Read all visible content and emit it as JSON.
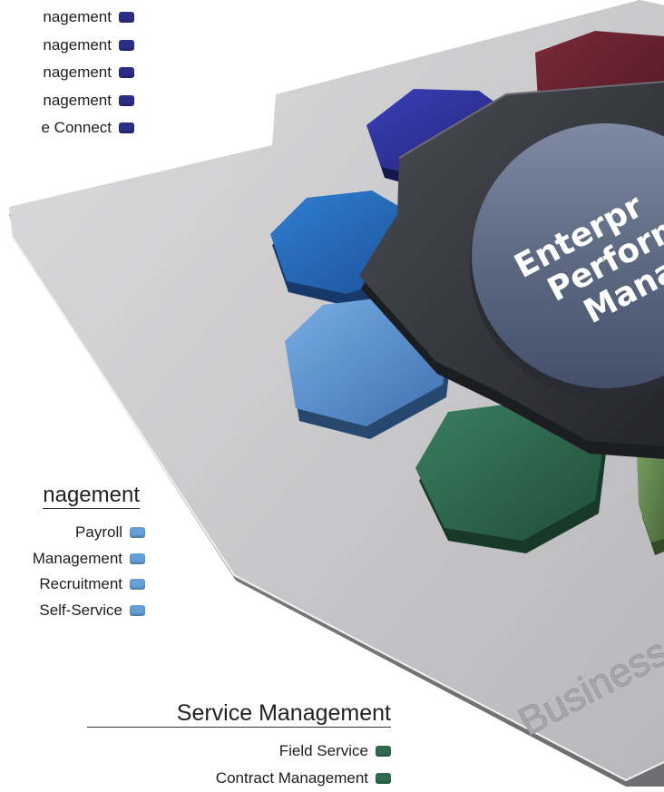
{
  "hub_label_lines": [
    "Enterpr",
    "Perform",
    "Mana"
  ],
  "platform_label": "Business",
  "top_legend": {
    "items": [
      "nagement",
      "nagement",
      "nagement",
      "nagement",
      "e Connect"
    ]
  },
  "hr_section": {
    "title": "nagement",
    "items": [
      "Payroll",
      "Management",
      "Recruitment",
      "Self-Service"
    ]
  },
  "service_section": {
    "title": "Service Management",
    "items": [
      "Field Service",
      "Contract Management"
    ]
  },
  "colors": {
    "top_swatch": "#2b2e84",
    "hr_swatch": "#64a0d8",
    "service_swatch": "#2f6a4e",
    "platform": "#c9c9ca",
    "hub": "#35363d"
  }
}
